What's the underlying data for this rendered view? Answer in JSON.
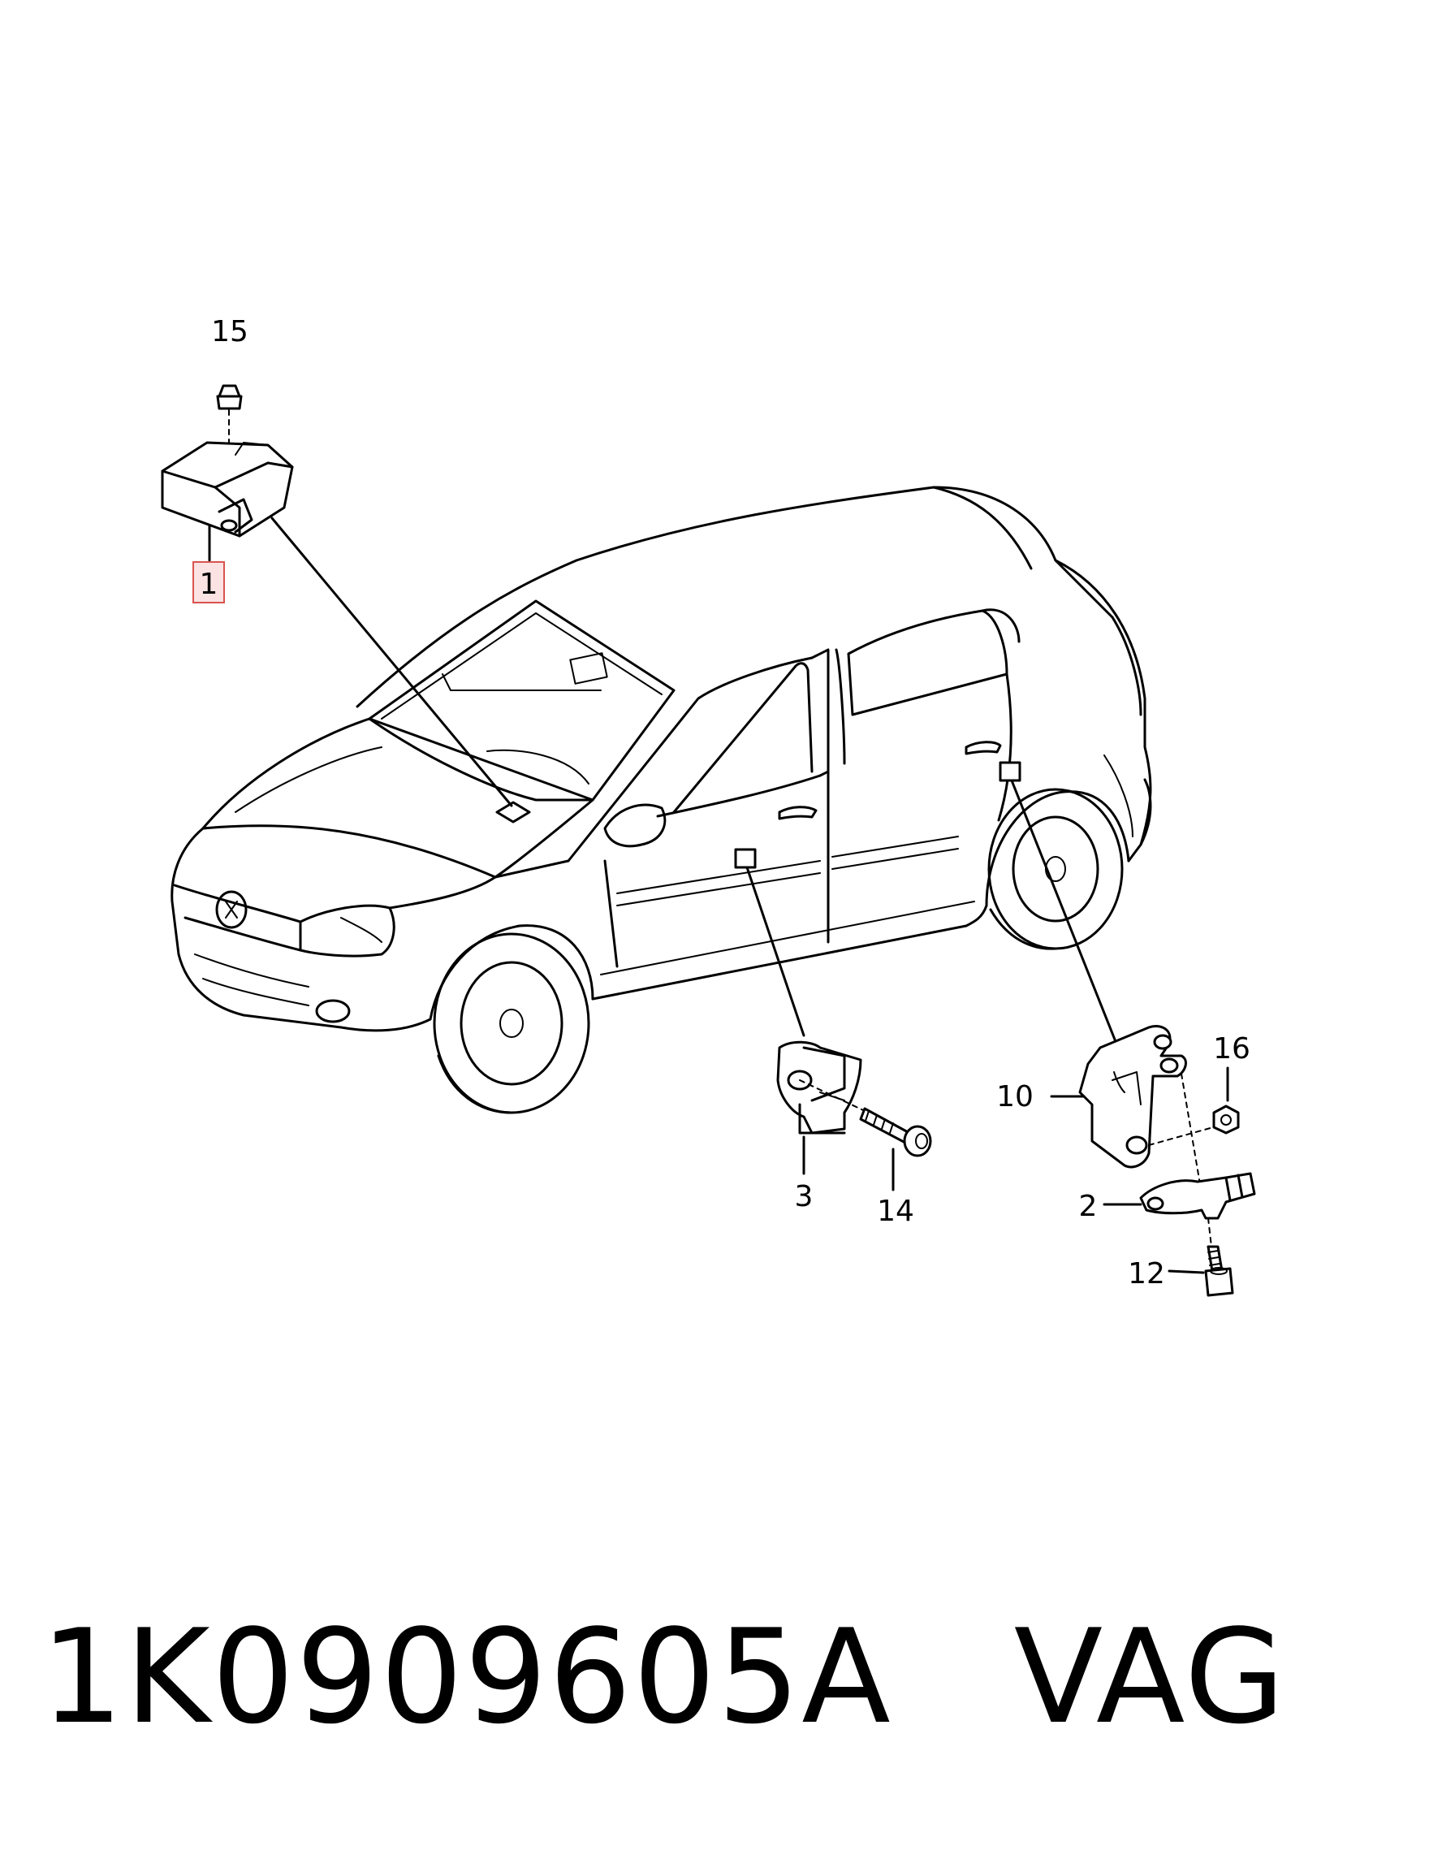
{
  "callouts": {
    "c1": "1",
    "c2": "2",
    "c3": "3",
    "c10": "10",
    "c12": "12",
    "c14": "14",
    "c15": "15",
    "c16": "16"
  },
  "footer": {
    "part_number": "1K0909605A",
    "brand": "VAG"
  },
  "colors": {
    "line": "#000000",
    "highlight": "#d9534f",
    "highlight_fill": "#fbe3e3"
  }
}
